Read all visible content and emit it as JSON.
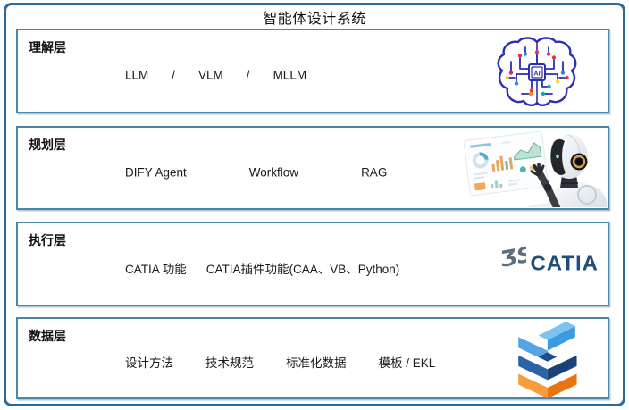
{
  "title": "智能体设计系统",
  "layers": [
    {
      "label": "理解层",
      "items": [
        "LLM",
        "/",
        "VLM",
        "/",
        "MLLM"
      ]
    },
    {
      "label": "规划层",
      "items": [
        "DIFY Agent",
        "Workflow",
        "RAG"
      ]
    },
    {
      "label": "执行层",
      "items": [
        "CATIA 功能",
        "CATIA插件功能(CAA、VB、Python)"
      ]
    },
    {
      "label": "数据层",
      "items": [
        "设计方法",
        "技术规范",
        "标准化数据",
        "模板 / EKL"
      ]
    }
  ],
  "icons": {
    "understanding": {
      "name": "ai-brain-icon",
      "chip_label": "AI"
    },
    "planning": {
      "name": "robot-touchscreen-image"
    },
    "execution": {
      "name": "catia-logo",
      "mark": "ƷS",
      "wordmark": "CATIA"
    },
    "data": {
      "name": "data-stack-icon"
    }
  },
  "colors": {
    "outer_border": "#2B6A9B",
    "layer_border": "#4D86A5",
    "catia_navy": "#1F4E79",
    "brain_blue": "#2B2FB0",
    "stack_light_blue": "#3E9BDF",
    "stack_dark_blue": "#1D4E89",
    "stack_orange": "#F5831F"
  }
}
